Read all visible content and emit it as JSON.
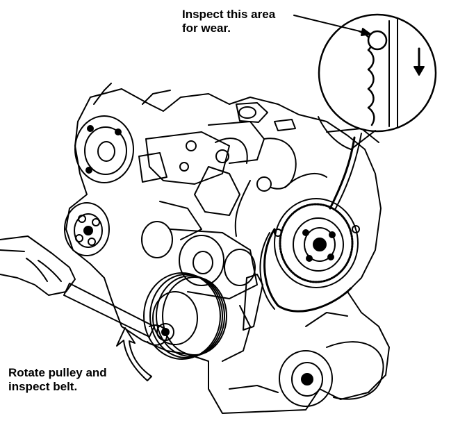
{
  "callouts": {
    "inspect_area": {
      "line1": "Inspect this area",
      "line2": "for wear."
    },
    "rotate_pulley": {
      "line1": "Rotate pulley and",
      "line2": "inspect belt."
    }
  },
  "illustration": {
    "subject": "engine-front-with-timing-belt",
    "ink_color": "#000000",
    "background_color": "#ffffff",
    "icons": [
      "magnifier-detail-icon",
      "rotation-arrow-icon",
      "down-arrow-icon",
      "wrench-icon",
      "hand-icon"
    ]
  }
}
